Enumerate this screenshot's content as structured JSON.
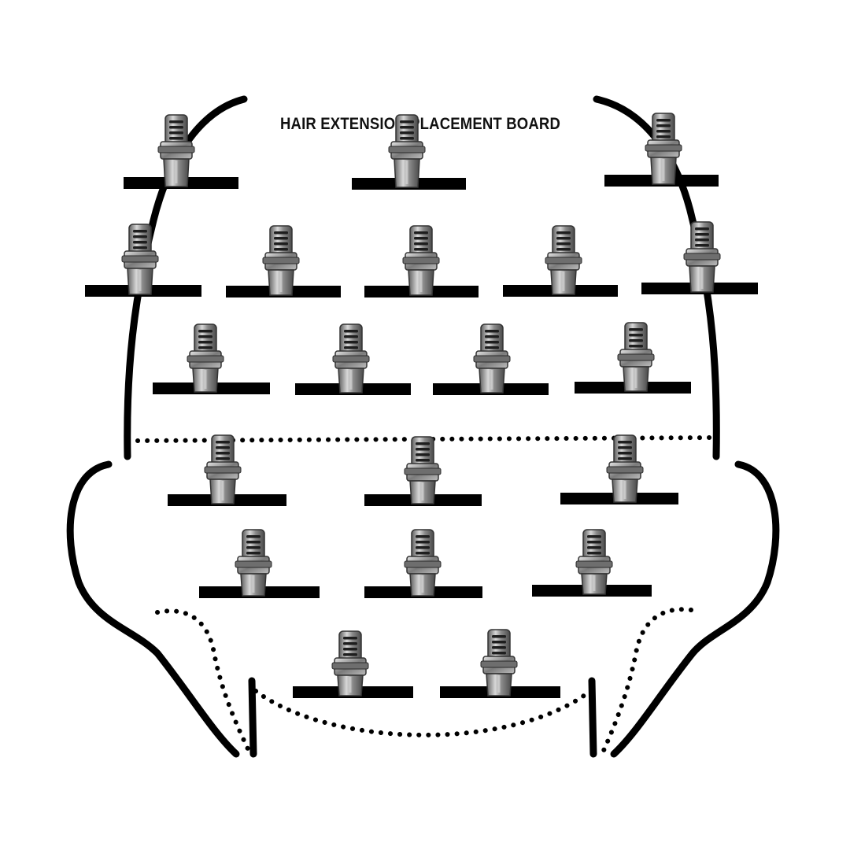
{
  "board": {
    "title": "HAIR EXTENSION PLACEMENT BOARD",
    "clip_rows": [
      3,
      5,
      4,
      3,
      3,
      2
    ],
    "clip_count": 20
  },
  "colors": {
    "background": "#ffffff",
    "outline": "#000000",
    "weft_strip": "#000000",
    "clip_metal": "#9a9a9a"
  },
  "icons": {
    "clip": "hair-clip-icon",
    "weft": "weft-strip"
  }
}
